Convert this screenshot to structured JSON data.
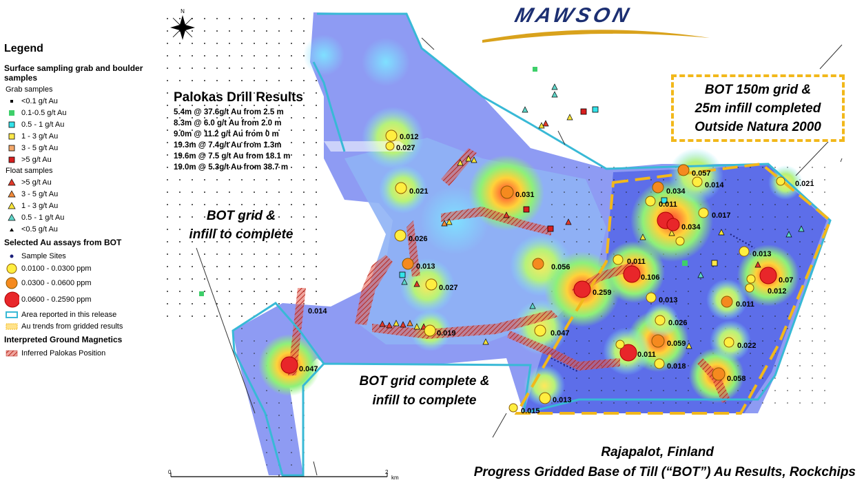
{
  "logo": "MAWSON",
  "legend": {
    "title": "Legend",
    "section_surface": "Surface sampling grab and boulder samples",
    "grab_header": "Grab samples",
    "grab": [
      {
        "label": "<0.1 g/t Au",
        "color": "#000000"
      },
      {
        "label": "0.1-0.5 g/t Au",
        "color": "#3ecf6a"
      },
      {
        "label": "0.5 - 1 g/t Au",
        "color": "#34e3ea"
      },
      {
        "label": "1 - 3 g/t Au",
        "color": "#ffe84a"
      },
      {
        "label": "3 - 5 g/t Au",
        "color": "#f4a86a"
      },
      {
        "label": ">5 g/t Au",
        "color": "#d81e1e"
      }
    ],
    "float_header": "Float samples",
    "float": [
      {
        "label": ">5 g/t Au",
        "color": "#e23a2a"
      },
      {
        "label": "3 - 5 g/t Au",
        "color": "#f08a3a"
      },
      {
        "label": "1 - 3 g/t Au",
        "color": "#f7e43a"
      },
      {
        "label": "0.5 - 1 g/t Au",
        "color": "#5fd6c9"
      },
      {
        "label": "<0.5 g/t Au",
        "color": "#000000"
      }
    ],
    "section_bot": "Selected Au assays from BOT",
    "bot": [
      {
        "label": "Sample Sites"
      },
      {
        "label": "0.0100 - 0.0300 ppm",
        "color": "#ffee40"
      },
      {
        "label": "0.0300 - 0.0600 ppm",
        "color": "#f58a1f"
      },
      {
        "label": "0.0600 - 0.2590 ppm",
        "color": "#e8262a"
      }
    ],
    "area_label": "Area reported in this release",
    "trend_label": "Au trends from gridded results",
    "section_mag": "Interpreted Ground Magnetics",
    "mag_label": "Inferred Palokas Position"
  },
  "drill": {
    "title": "Palokas Drill Results",
    "lines": [
      "5.4m @ 37.6g/t Au from 2.5 m",
      "8.3m @ 6.0 g/t Au from 2.0 m",
      "9.0m @ 11.2 g/t Au from 0 m",
      "19.3m @ 7.4g/t Au from 1.3m",
      "19.6m @ 7.5 g/t Au from 18.1 m",
      "19.0m @ 5.3g/t Au from 38.7 m"
    ]
  },
  "callouts": {
    "bot_grid_1": "BOT grid &",
    "bot_grid_2": "infill to complete",
    "bot_complete_1": "BOT grid complete &",
    "bot_complete_2": "infill to complete",
    "box_1": "BOT 150m grid &",
    "box_2": "25m infill completed",
    "box_3": "Outside Natura 2000"
  },
  "caption": {
    "line1": "Rajapalot, Finland",
    "line2": "Progress Gridded Base of Till (“BOT”) Au Results, Rockchips"
  },
  "scale": {
    "start": "0",
    "end": "2",
    "unit": "km"
  },
  "north": "N",
  "assay_labels": [
    "0.012",
    "0.027",
    "0.021",
    "0.031",
    "0.026",
    "0.013",
    "0.056",
    "0.027",
    "0.259",
    "0.014",
    "0.019",
    "0.047",
    "0.047",
    "0.013",
    "0.015",
    "0.057",
    "0.034",
    "0.014",
    "0.011",
    "0.017",
    "0.034",
    "0.013",
    "0.011",
    "0.106",
    "0.07",
    "0.012",
    "0.013",
    "0.011",
    "0.026",
    "0.059",
    "0.022",
    "0.011",
    "0.018",
    "0.058",
    "0.021"
  ],
  "colors": {
    "area_outline": "#38b9d6",
    "callout_box": "#f2b81b",
    "logo": "#1c2f72",
    "magnetics": "#d8453a"
  }
}
